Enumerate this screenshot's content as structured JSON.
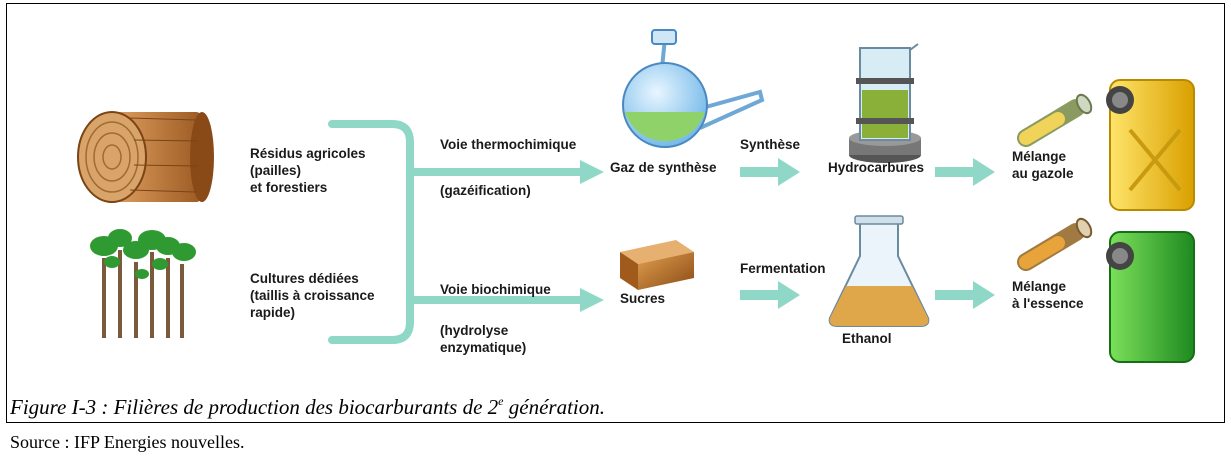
{
  "diagram": {
    "inputs": [
      {
        "label": "Résidus agricoles\n(pailles)\net forestiers",
        "icon": "wood-log-icon"
      },
      {
        "label": "Cultures dédiées\n(taillis à croissance\nrapide)",
        "icon": "trees-icon"
      }
    ],
    "thermo_route": {
      "name": "Voie thermochimique",
      "detail": "(gazéification)"
    },
    "bio_route": {
      "name": "Voie biochimique",
      "detail": "(hydrolyse\nenzymatique)"
    },
    "intermediates": {
      "gas": "Gaz de synthèse",
      "sugars": "Sucres"
    },
    "steps": {
      "synthesis": "Synthèse",
      "fermentation": "Fermentation"
    },
    "products": {
      "hydrocarbons": "Hydrocarbures",
      "ethanol": "Ethanol"
    },
    "outputs": {
      "diesel_blend": "Mélange\nau gazole",
      "gasoline_blend": "Mélange\nà l'essence"
    },
    "colors": {
      "arrow": "#8fd8c8",
      "diesel_can": "#f2c21a",
      "gasoline_can": "#3cb83a"
    }
  },
  "caption": {
    "prefix": "Figure I-3 : Filières de production des biocarburants de 2",
    "sup": "e",
    "suffix": " génération.",
    "source": "Source : IFP Energies nouvelles."
  }
}
